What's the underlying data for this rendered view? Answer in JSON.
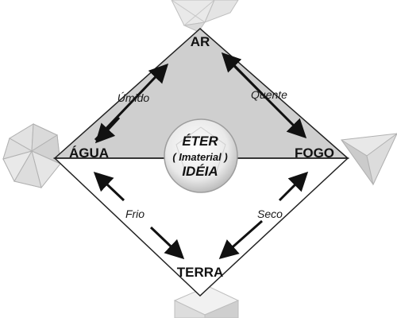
{
  "diagram": {
    "nodes": {
      "top": "AR",
      "left": "ÁGUA",
      "right": "FOGO",
      "bottom": "TERRA"
    },
    "center": {
      "line1": "ÉTER",
      "line2": "( Imaterial )",
      "line3": "IDÉIA"
    },
    "edges": {
      "top_left": "Úmido",
      "top_right": "Quente",
      "bottom_left": "Frio",
      "bottom_right": "Seco"
    }
  },
  "colors": {
    "upper_fill": "#cfcfcf",
    "lower_fill": "#ffffff",
    "outline": "#222222",
    "arrow": "#111111",
    "solid_face_light": "#e6e6e6",
    "solid_face_mid": "#c4c4c4",
    "solid_face_dark": "#9a9a9a"
  },
  "decorations": {
    "top": "octahedron-icon",
    "left": "icosahedron-icon",
    "right": "tetrahedron-icon",
    "bottom": "cube-icon",
    "center": "dodecahedron-icon"
  }
}
